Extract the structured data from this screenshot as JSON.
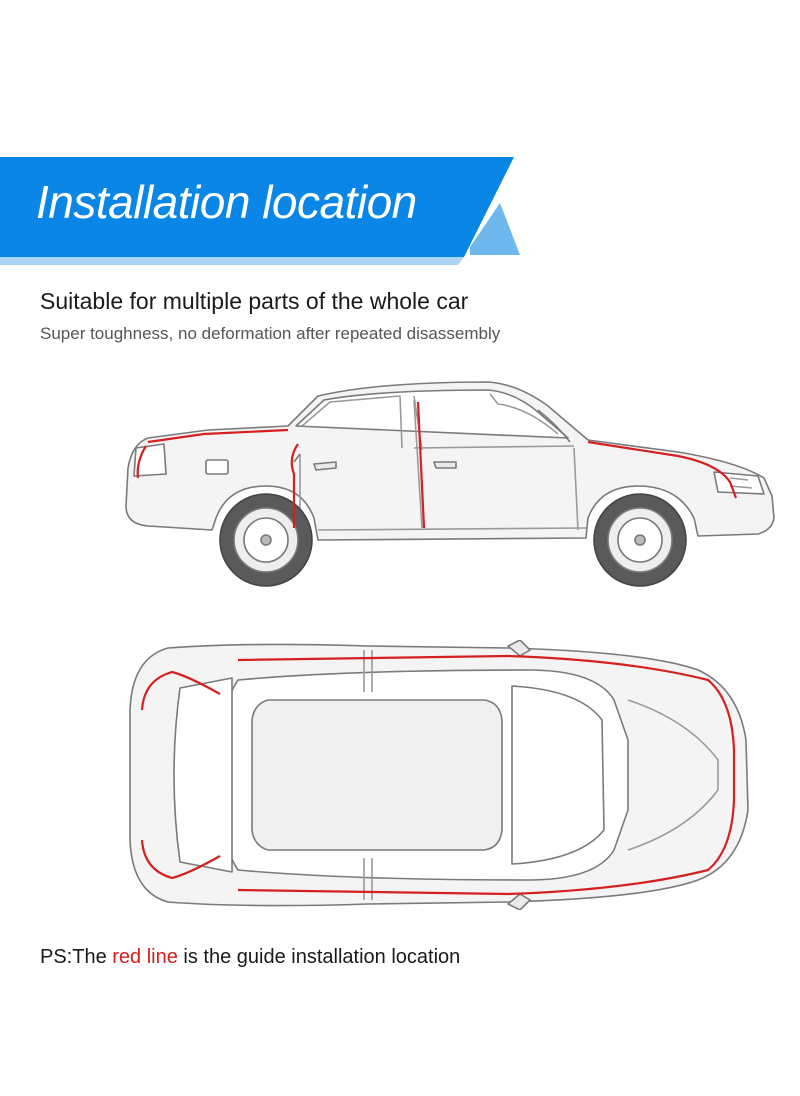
{
  "banner": {
    "title": "Installation location",
    "color": "#0a86e6",
    "accent_color": "#6fb8ee"
  },
  "headline": "Suitable for multiple parts of the whole car",
  "subline": "Super toughness, no deformation after repeated disassembly",
  "footnote": {
    "prefix": "PS:The ",
    "highlight": "red line",
    "suffix": " is the guide installation location",
    "highlight_color": "#d42020"
  },
  "illustrations": {
    "side_view": "car-side-view",
    "top_view": "car-top-view",
    "line_color": "#808080",
    "guide_line_color": "#d42020"
  }
}
